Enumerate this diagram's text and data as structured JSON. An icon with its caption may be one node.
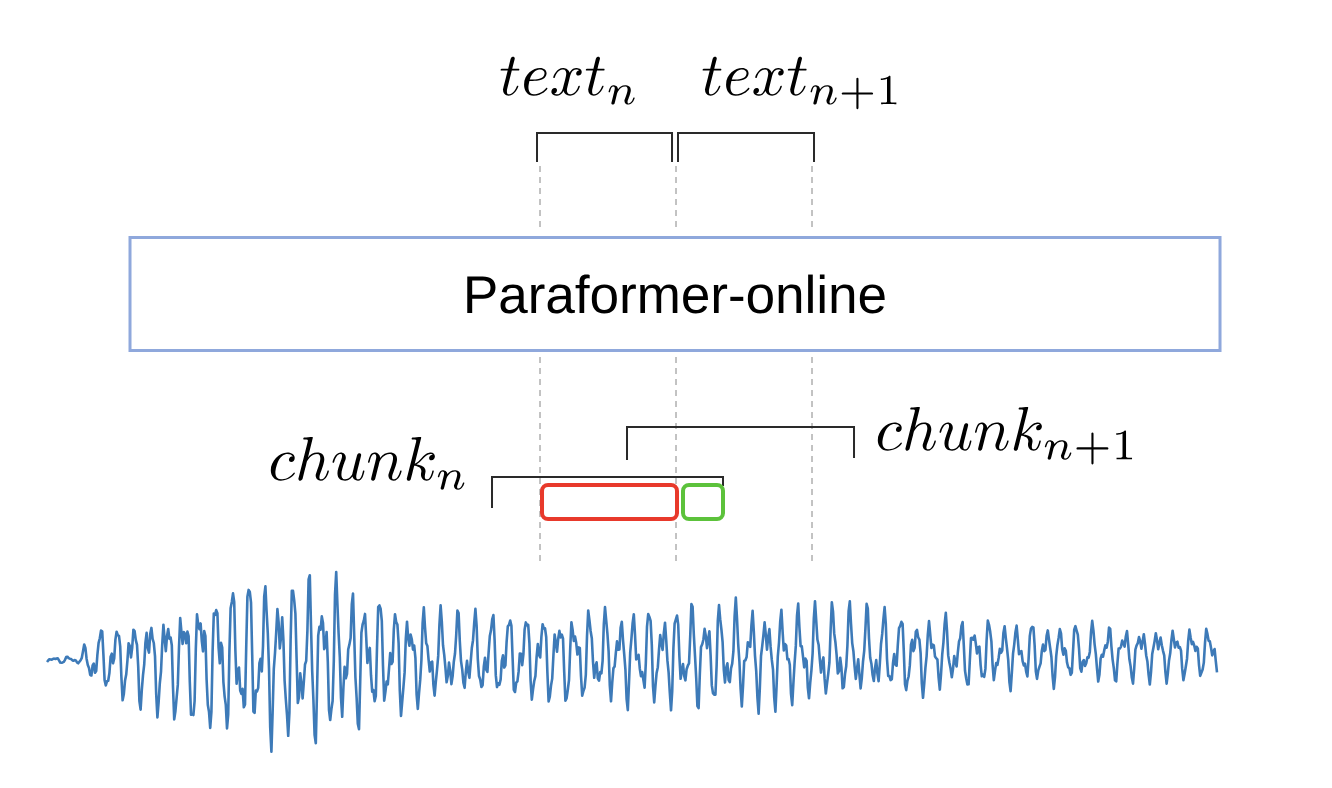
{
  "diagram": {
    "nodes": [
      {
        "text": [
          "Paraformer-online"
        ]
      }
    ],
    "labels": [
      "text_{n}",
      "text_{n+1}",
      "chunk_{n+1}",
      "chunk_{n}"
    ]
  }
}
